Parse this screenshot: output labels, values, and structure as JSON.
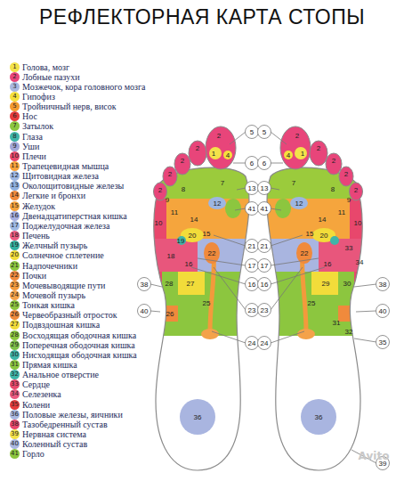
{
  "diagram": {
    "title": "РЕФЛЕКТОРНАЯ КАРТА СТОПЫ",
    "labels": [
      "1",
      "2",
      "3",
      "4",
      "5",
      "6",
      "7",
      "8",
      "9",
      "10",
      "11",
      "12",
      "13",
      "14",
      "15",
      "16",
      "17",
      "18",
      "19",
      "20",
      "21",
      "22",
      "23",
      "24",
      "25",
      "26",
      "27",
      "28",
      "29",
      "30",
      "31",
      "32",
      "33",
      "34",
      "35",
      "36",
      "38",
      "39",
      "40",
      "41",
      "2",
      "1",
      "4",
      "2",
      "2",
      "2",
      "2",
      "7",
      "8",
      "9",
      "12",
      "10",
      "11",
      "14",
      "15",
      "20",
      "19",
      "18",
      "22",
      "16",
      "28",
      "27",
      "25",
      "26",
      "36",
      "5",
      "6",
      "13",
      "41",
      "21",
      "17",
      "16",
      "23",
      "24",
      "38",
      "40",
      "2",
      "1",
      "4",
      "2",
      "2",
      "2",
      "2",
      "7",
      "8",
      "9",
      "12",
      "10",
      "11",
      "14",
      "15",
      "20",
      "33",
      "34",
      "22",
      "16",
      "30",
      "29",
      "25",
      "31",
      "32",
      "36",
      "5",
      "6",
      "13",
      "41",
      "21",
      "17",
      "16",
      "23",
      "24",
      "38",
      "40",
      "35",
      "39",
      "Avito"
    ],
    "legend": [
      {
        "text": "Голова, мозг",
        "color": "#f3e24a"
      },
      {
        "text": "Лобные пазухи",
        "color": "#e8457a"
      },
      {
        "text": "Мозжечок, кора головного мозга",
        "color": "#a9b8e0"
      },
      {
        "text": "Гипофиз",
        "color": "#f5e03c"
      },
      {
        "text": "Тройничный нерв, висок",
        "color": "#f39a2e"
      },
      {
        "text": "Нос",
        "color": "#e63c3c"
      },
      {
        "text": "Затылок",
        "color": "#8cc63f"
      },
      {
        "text": "Глаза",
        "color": "#3fb5a8"
      },
      {
        "text": "Уши",
        "color": "#a3a7d8"
      },
      {
        "text": "Плечи",
        "color": "#e8476c"
      },
      {
        "text": "Трапецевидная мышца",
        "color": "#f7a23a"
      },
      {
        "text": "Щитовидная железа",
        "color": "#9db6e2"
      },
      {
        "text": "Околощитовидные железы",
        "color": "#8fb0df"
      },
      {
        "text": "Легкие и бронхи",
        "color": "#f08a3c"
      },
      {
        "text": "Желудок",
        "color": "#f4a23c"
      },
      {
        "text": "Двенадцатиперстная кишка",
        "color": "#a5aee0"
      },
      {
        "text": "Поджелудочная железа",
        "color": "#9fb9e3"
      },
      {
        "text": "Печень",
        "color": "#ea5a80"
      },
      {
        "text": "Желчный пузырь",
        "color": "#34b0a0"
      },
      {
        "text": "Солнечное сплетение",
        "color": "#f2dc3a"
      },
      {
        "text": "Надпочечники",
        "color": "#8cc63f"
      },
      {
        "text": "Почки",
        "color": "#f08a3c"
      },
      {
        "text": "Мочевыводящие пути",
        "color": "#f39a3c"
      },
      {
        "text": "Мочевой пузырь",
        "color": "#f4a24a"
      },
      {
        "text": "Тонкая кишка",
        "color": "#8cc63f"
      },
      {
        "text": "Червеобразный отросток",
        "color": "#f08a3c"
      },
      {
        "text": "Подвздошная кишка",
        "color": "#f2dc3a"
      },
      {
        "text": "Восходящая ободочная кишка",
        "color": "#8cc63f"
      },
      {
        "text": "Поперечная ободочная кишка",
        "color": "#7fc14a"
      },
      {
        "text": "Нисходящая ободочная кишка",
        "color": "#3fb5a8"
      },
      {
        "text": "Прямая кишка",
        "color": "#8cc63f"
      },
      {
        "text": "Анальное отверстие",
        "color": "#3fb5a8"
      },
      {
        "text": "Сердце",
        "color": "#e8476c"
      },
      {
        "text": "Селезенка",
        "color": "#ea5a80"
      },
      {
        "text": "Колени",
        "color": "#e63c3c"
      },
      {
        "text": "Половые железы, яичники",
        "color": "#a9b8e0"
      },
      {
        "text": "Тазобедренный сустав",
        "color": "#e8476c"
      },
      {
        "text": "Нервная система",
        "color": "#f3e24a"
      },
      {
        "text": "Коленный сустав",
        "color": "#a9b8e0"
      },
      {
        "text": "Горло",
        "color": "#8cc63f"
      }
    ]
  }
}
